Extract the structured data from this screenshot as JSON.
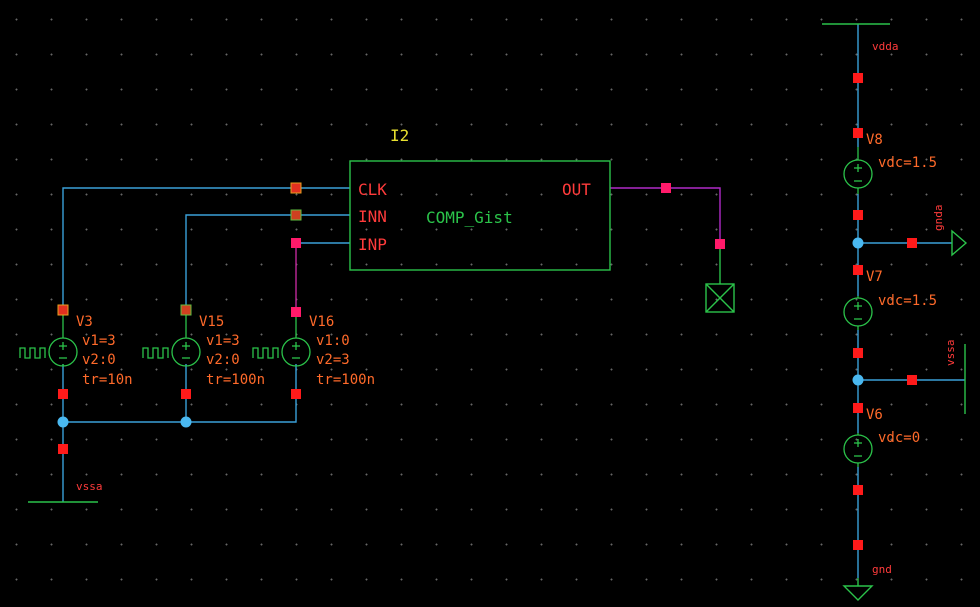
{
  "instance": {
    "name": "I2",
    "cell": "COMP_Gist",
    "pins": {
      "clk": "CLK",
      "inn": "INN",
      "inp": "INP",
      "out": "OUT"
    }
  },
  "sources": {
    "v3": {
      "name": "V3",
      "p1": "v1=3",
      "p2": "v2:0",
      "p3": "tr=10n"
    },
    "v15": {
      "name": "V15",
      "p1": "v1=3",
      "p2": "v2:0",
      "p3": "tr=100n"
    },
    "v16": {
      "name": "V16",
      "p1": "v1:0",
      "p2": "v2=3",
      "p3": "tr=100n"
    },
    "v8": {
      "name": "V8",
      "p1": "vdc=1.5"
    },
    "v7": {
      "name": "V7",
      "p1": "vdc=1.5"
    },
    "v6": {
      "name": "V6",
      "p1": "vdc=0"
    }
  },
  "nets": {
    "vdda": "vdda",
    "gnda": "gnda",
    "vssa_right": "vssa",
    "vssa_left": "vssa",
    "gnd": "gnd"
  },
  "colors": {
    "background": "#000000",
    "wire": "#3aa0d8",
    "wire_out": "#b02ac8",
    "symbol": "#2bc34a",
    "pin_square": "#ff1a1a",
    "pin_text": "#ff3b3b",
    "instance_label": "#e8e030",
    "param_text": "#ff6a2a",
    "dot": "#4ab8f0"
  }
}
